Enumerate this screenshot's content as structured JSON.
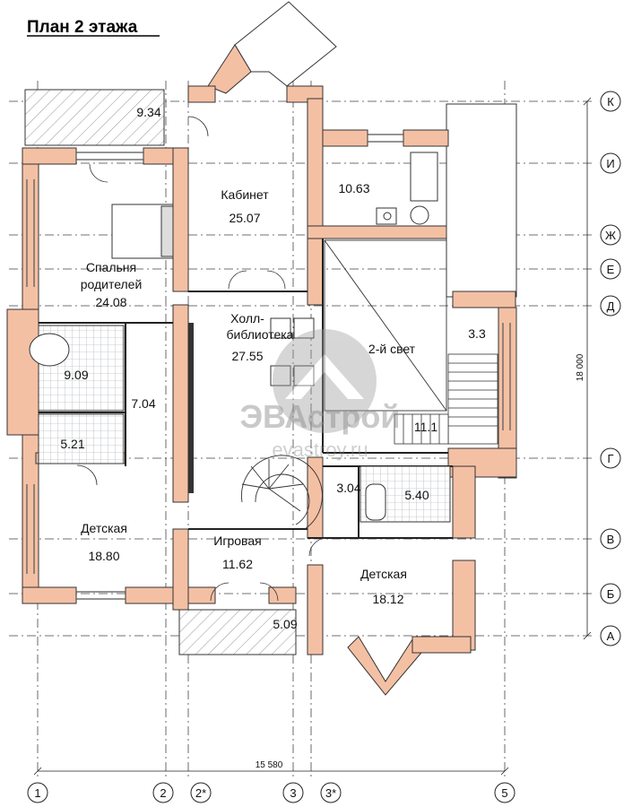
{
  "title": "План 2 этажа",
  "colors": {
    "wall": "#f4c0a4",
    "wall_stroke": "#333333",
    "grid": "#444444",
    "tile": "#cfd3d8"
  },
  "rooms": {
    "balcony_top": {
      "area": "9.34"
    },
    "study": {
      "name": "Кабинет",
      "area": "25.07"
    },
    "room_1063": {
      "area": "10.63"
    },
    "parents_bedroom": {
      "name_line1": "Спальня",
      "name_line2": "родителей",
      "area": "24.08"
    },
    "hall": {
      "name_line1": "Холл-",
      "name_line2": "библиотека",
      "area": "27.55"
    },
    "second_light": {
      "name": "2-й свет"
    },
    "small_33": {
      "area": "3.3"
    },
    "bath_909": {
      "area": "9.09"
    },
    "closet_704": {
      "area": "7.04"
    },
    "bath_521": {
      "area": "5.21"
    },
    "stair_111": {
      "area": "11.1"
    },
    "wc_304": {
      "area": "3.04"
    },
    "bath_540": {
      "area": "5.40"
    },
    "kids_left": {
      "name": "Детская",
      "area": "18.80"
    },
    "playroom": {
      "name": "Игровая",
      "area": "11.62"
    },
    "kids_right": {
      "name": "Детская",
      "area": "18.12"
    },
    "balcony_bottom": {
      "area": "5.09"
    }
  },
  "axes_rows": [
    "К",
    "И",
    "Ж",
    "Е",
    "Д",
    "Г",
    "В",
    "Б",
    "А"
  ],
  "axes_cols": [
    "1",
    "2",
    "2*",
    "3",
    "3*",
    "5"
  ],
  "dimensions": {
    "overall_width": "15 580",
    "overall_height": "18 000"
  },
  "watermark": {
    "brand": "ЭВАстрой",
    "site": "evastroy.ru"
  },
  "icons": [
    "house-logo-icon",
    "bed-icon",
    "bathtub-icon",
    "sofa-icon",
    "stove-icon",
    "spiral-stair-icon",
    "door-icon"
  ]
}
